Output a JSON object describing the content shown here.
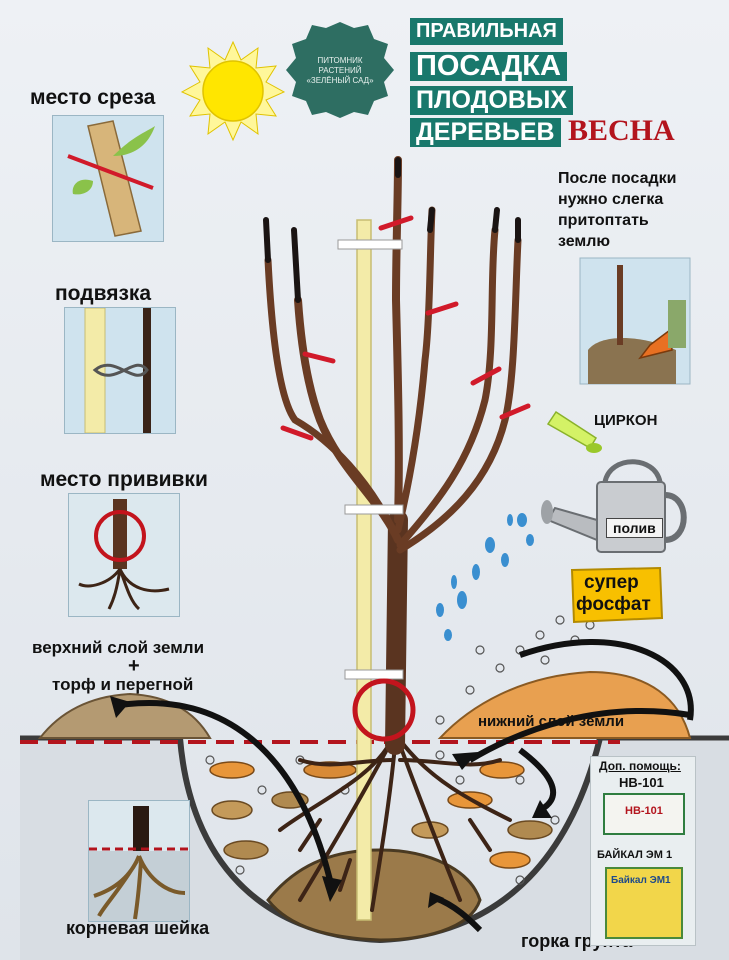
{
  "header": {
    "badge_line1": "ПИТОМНИК",
    "badge_line2": "РАСТЕНИЙ",
    "badge_line3": "«ЗЕЛЁНЫЙ САД»",
    "title_lines": [
      "ПРАВИЛЬНАЯ",
      "ПОСАДКА",
      "ПЛОДОВЫХ",
      "ДЕРЕВЬЕВ"
    ],
    "season": "ВЕСНА"
  },
  "callouts": {
    "cut_place": "место среза",
    "tie": "подвязка",
    "graft_place": "место прививки",
    "topsoil_line1": "верхний слой земли",
    "topsoil_plus": "+",
    "topsoil_line2": "торф и перегной",
    "root_collar": "корневая шейка",
    "subsoil": "нижний слой земли",
    "soil_mound": "горка грунта"
  },
  "after_planting": {
    "lines": [
      "После посадки",
      "нужно слегка",
      "притоптать",
      "землю"
    ]
  },
  "supplies": {
    "zircon": "ЦИРКОН",
    "watering": "полив",
    "superphosphate_line1": "супер",
    "superphosphate_line2": "фосфат"
  },
  "extra_help": {
    "title": "Доп. помощь:",
    "product1": "HB-101",
    "product1_pack": "HB-101",
    "product2": "БАЙКАЛ ЭМ 1",
    "product2_pack": "Байкал ЭМ1"
  },
  "colors": {
    "title_bg": "#19786c",
    "season": "#b3141d",
    "cut_marks": "#d11a2a",
    "trunk": "#5a3420",
    "water": "#3a8fd0",
    "sun": "#ffe600",
    "badge": "#2e6e62"
  }
}
